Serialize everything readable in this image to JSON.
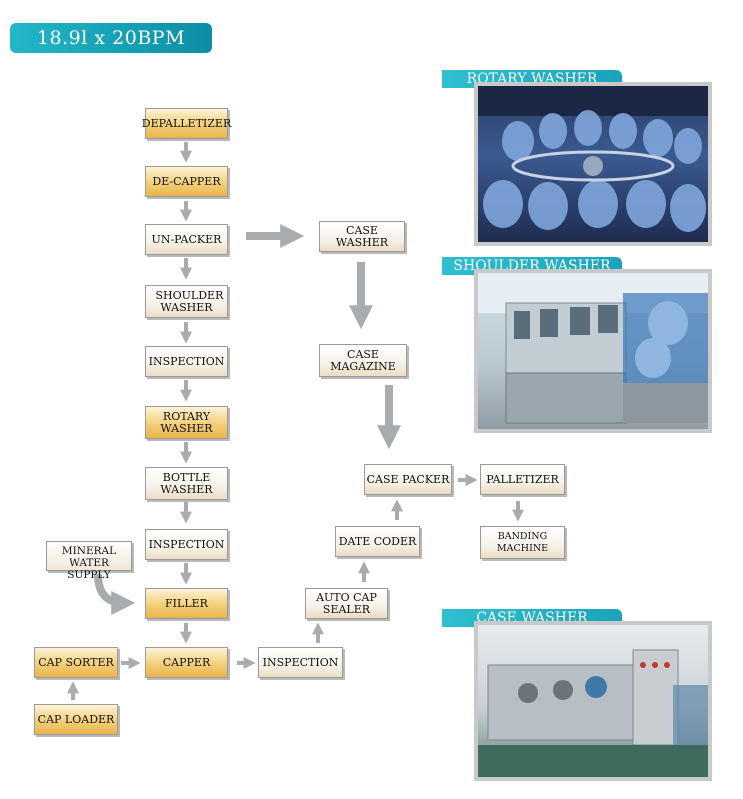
{
  "header": {
    "title": "18.9l x 20BPM"
  },
  "flow": {
    "depalletizer": "DEPALLETIZER",
    "decapper": "DE-CAPPER",
    "unpacker": "UN-PACKER",
    "shoulder_washer": "SHOULDER WASHER",
    "inspection_1": "INSPECTION",
    "rotary_washer": "ROTARY WASHER",
    "bottle_washer": "BOTTLE WASHER",
    "inspection_2": "INSPECTION",
    "mineral_water_supply": "MINERAL WATER SUPPLY",
    "filler": "FILLER",
    "capper": "CAPPER",
    "cap_sorter": "CAP SORTER",
    "cap_loader": "CAP LOADER",
    "inspection_3": "INSPECTION",
    "auto_cap_sealer": "AUTO CAP SEALER",
    "date_coder": "DATE CODER",
    "case_washer": "CASE WASHER",
    "case_magazine": "CASE MAGAZINE",
    "case_packer": "CASE PACKER",
    "palletizer": "PALLETIZER",
    "banding_machine": "BANDING MACHINE"
  },
  "photos": {
    "rotary_washer_label": "ROTARY WASHER",
    "shoulder_washer_label": "SHOULDER WASHER",
    "case_washer_label": "CASE WASHER"
  },
  "colors": {
    "accent": "#1aa3bb",
    "box_gold": "#f3cf79",
    "arrow": "#a8acae"
  }
}
